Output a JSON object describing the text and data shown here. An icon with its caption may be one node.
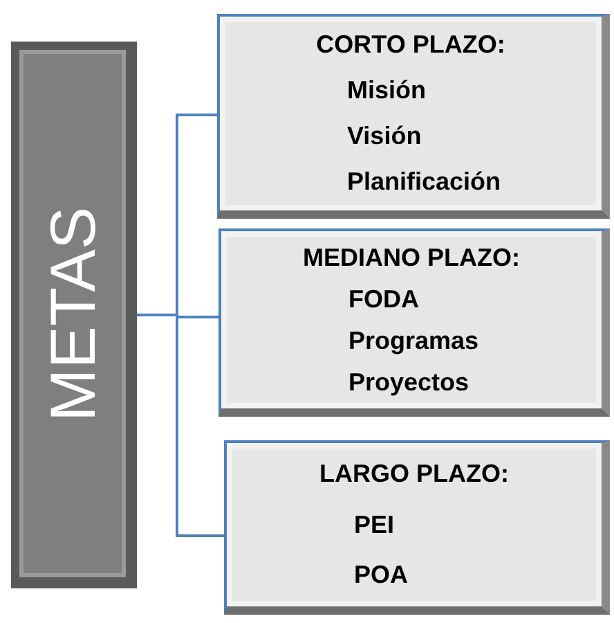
{
  "diagram": {
    "nodes": [
      {
        "text": [
          "METAS"
        ]
      },
      {
        "text": [
          "CORTO PLAZO:",
          "Misión",
          "Visión",
          "Planificación"
        ]
      },
      {
        "text": [
          "MEDIANO PLAZO:",
          "FODA",
          "Programas",
          "Proyectos"
        ]
      },
      {
        "text": [
          "LARGO PLAZO:",
          "PEI",
          "POA"
        ]
      }
    ],
    "edges": [
      {
        "from": 0,
        "to": 1,
        "arrow": "none"
      },
      {
        "from": 0,
        "to": 2,
        "arrow": "none"
      },
      {
        "from": 0,
        "to": 3,
        "arrow": "none"
      }
    ]
  }
}
